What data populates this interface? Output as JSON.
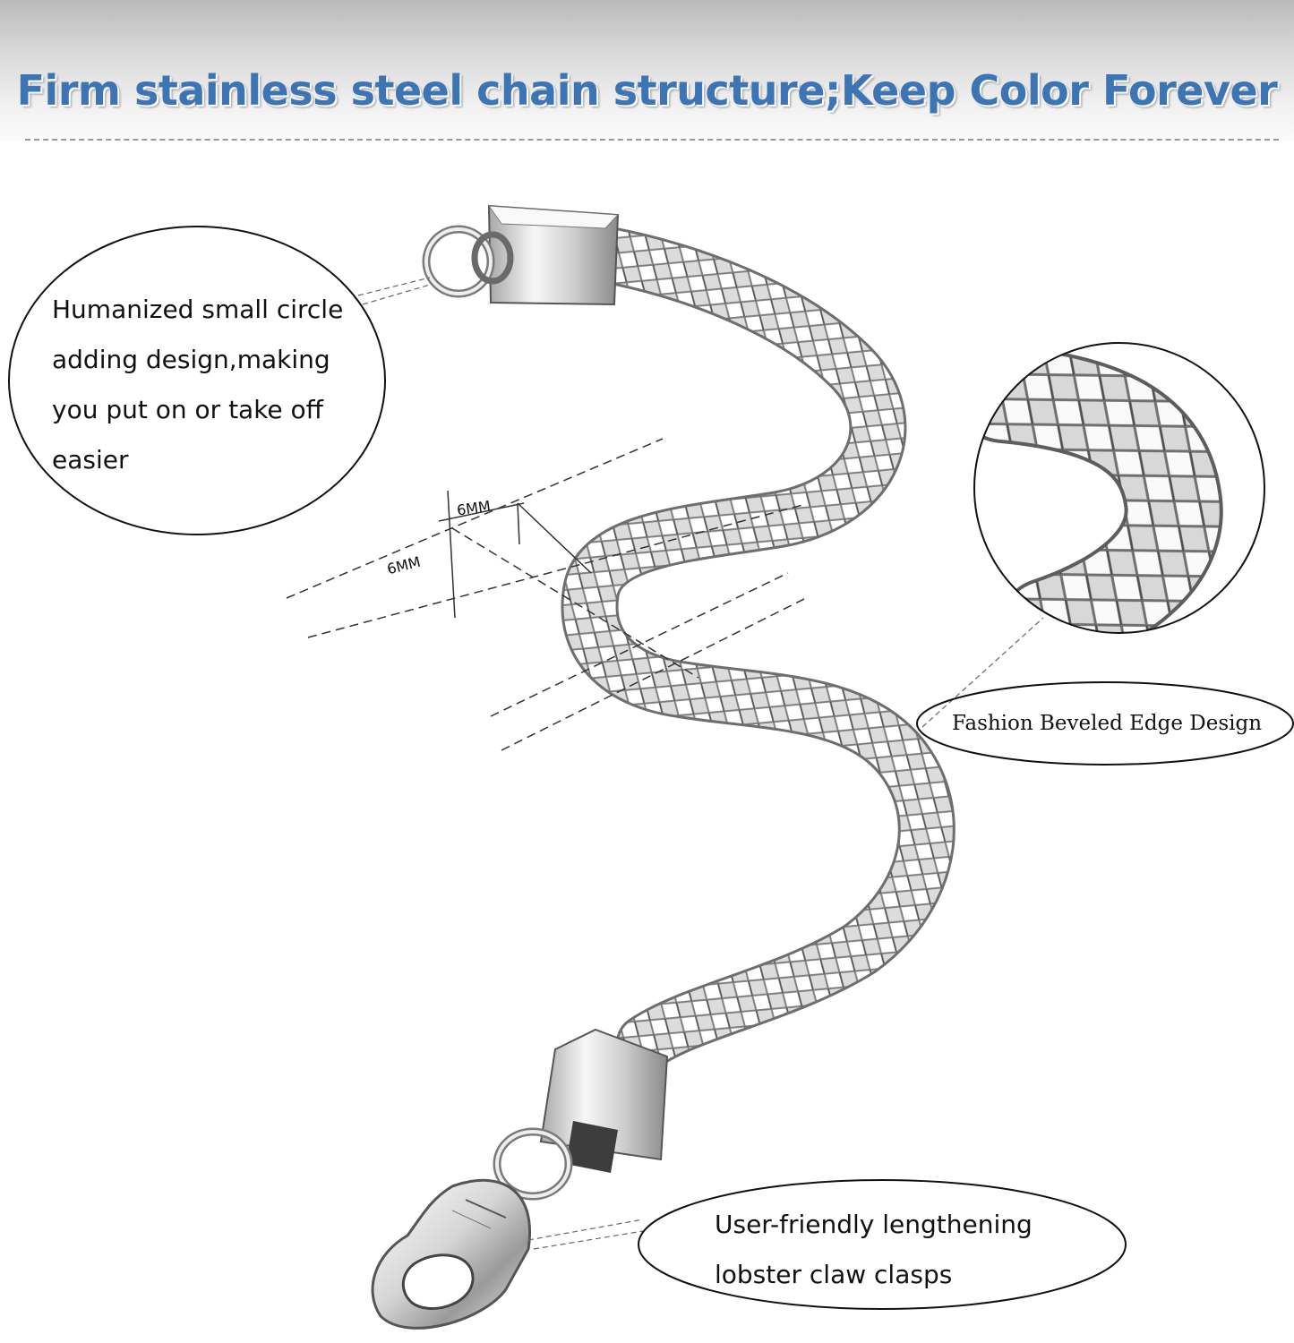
{
  "header": {
    "title": "Firm stainless steel chain structure;Keep Color Forever"
  },
  "callouts": {
    "clasp_ring": "Humanized small circle adding design,making you put on or take off easier",
    "beveled_edge": "Fashion Beveled Edge Design",
    "lobster_clasp": "User-friendly lengthening lobster claw clasps"
  },
  "dimensions": {
    "height": "6MM",
    "width": "6MM"
  },
  "colors": {
    "title": "#3d74b4",
    "chain_light": "#f4f4f4",
    "chain_dark": "#8c8c8c"
  },
  "images": {
    "bracelet": "silver-franco-chain-bracelet-image",
    "zoom_detail": "chain-links-zoom-detail-image"
  }
}
